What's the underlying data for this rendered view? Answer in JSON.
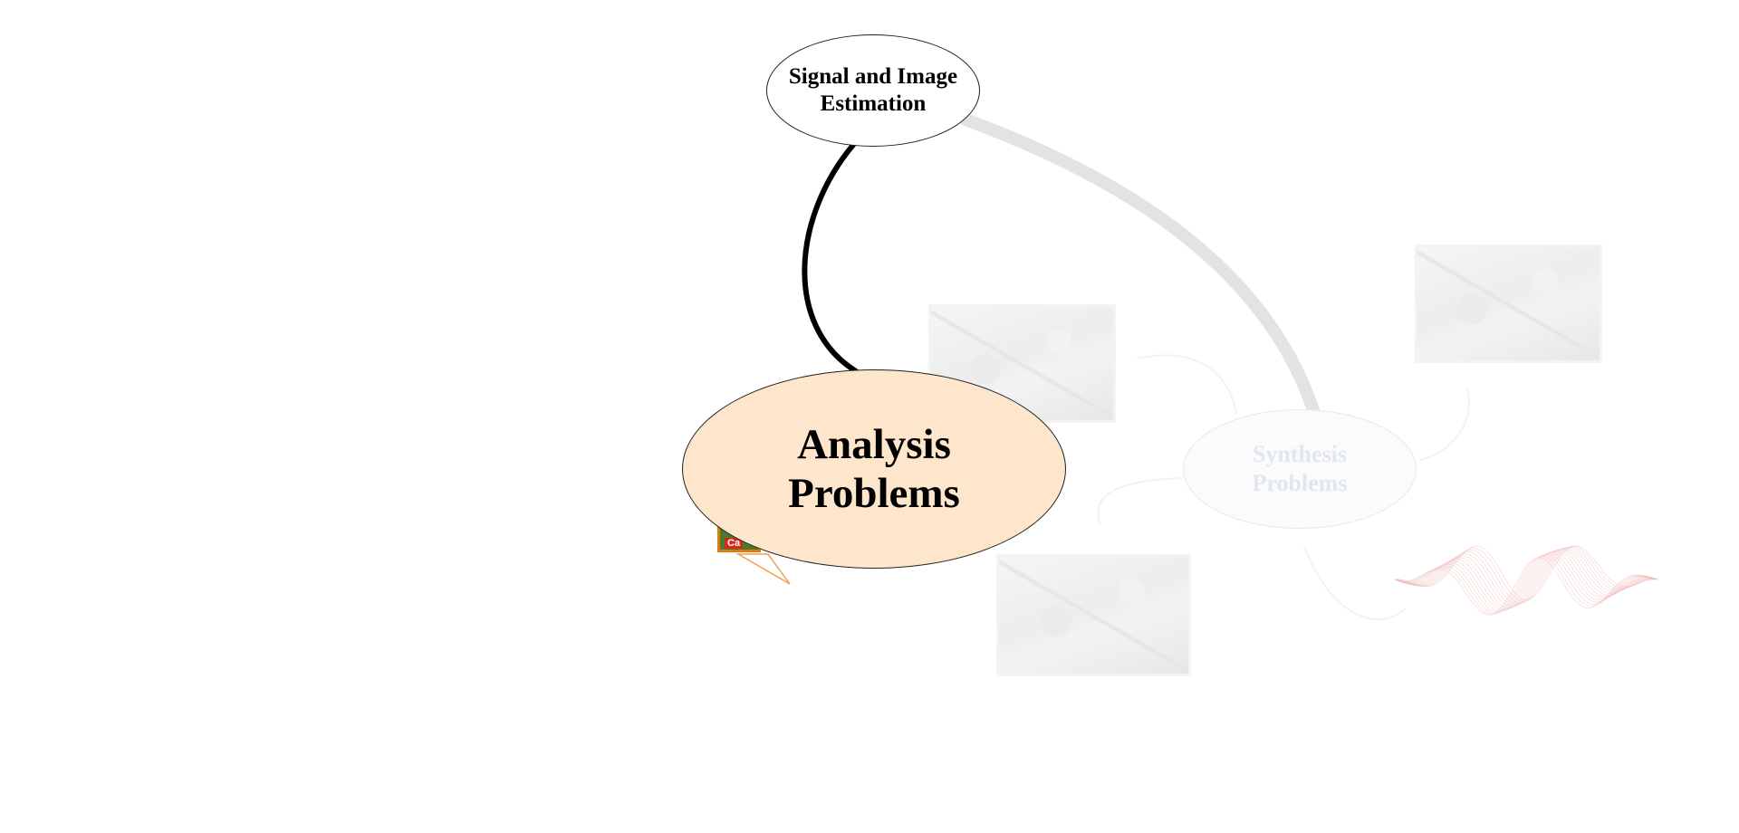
{
  "diagram": {
    "nodes": {
      "signal_estimation": {
        "line1": "Signal and Image",
        "line2": "Estimation"
      },
      "analysis_problems": {
        "line1": "Analysis",
        "line2": "Problems",
        "fill": "#fde6cc"
      },
      "synthesis_problems": {
        "line1": "Synthesis",
        "line2": "Problems",
        "fill": "#fafbfd",
        "text_color": "#e3e6ea"
      }
    },
    "card_icon": {
      "label": "Ca"
    },
    "colors": {
      "active_edge": "#000000",
      "faded_edge": "#e3e3e3",
      "faded_link": "#f3f3f3",
      "callout": "#f4a04a",
      "waveform": "#f0b8b8"
    }
  }
}
